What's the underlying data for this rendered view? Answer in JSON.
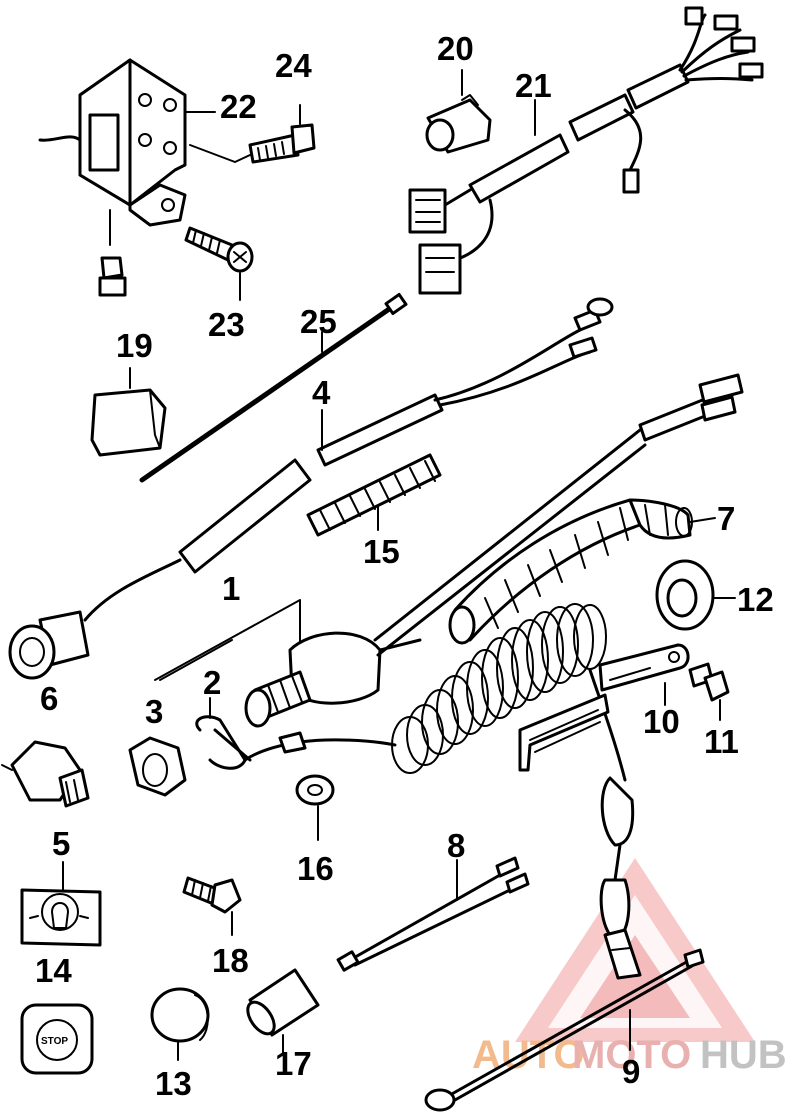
{
  "part_numbers": {
    "p1": "1",
    "p2": "2",
    "p3": "3",
    "p4": "4",
    "p5": "5",
    "p6": "6",
    "p7": "7",
    "p8": "8",
    "p9": "9",
    "p10": "10",
    "p11": "11",
    "p12": "12",
    "p13": "13",
    "p14": "14",
    "p15": "15",
    "p16": "16",
    "p17": "17",
    "p18": "18",
    "p19": "19",
    "p20": "20",
    "p21": "21",
    "p22": "22",
    "p23": "23",
    "p24": "24",
    "p25": "25"
  },
  "plate_text": "STOP",
  "watermark": {
    "part1": "AUTO",
    "part2": "MOTO",
    "part3": "HUB",
    "color_part1": "#f2b07a",
    "color_part2": "#e6a3a3",
    "color_part3": "#b8b8b8",
    "logo_color": "#e35a5a"
  }
}
